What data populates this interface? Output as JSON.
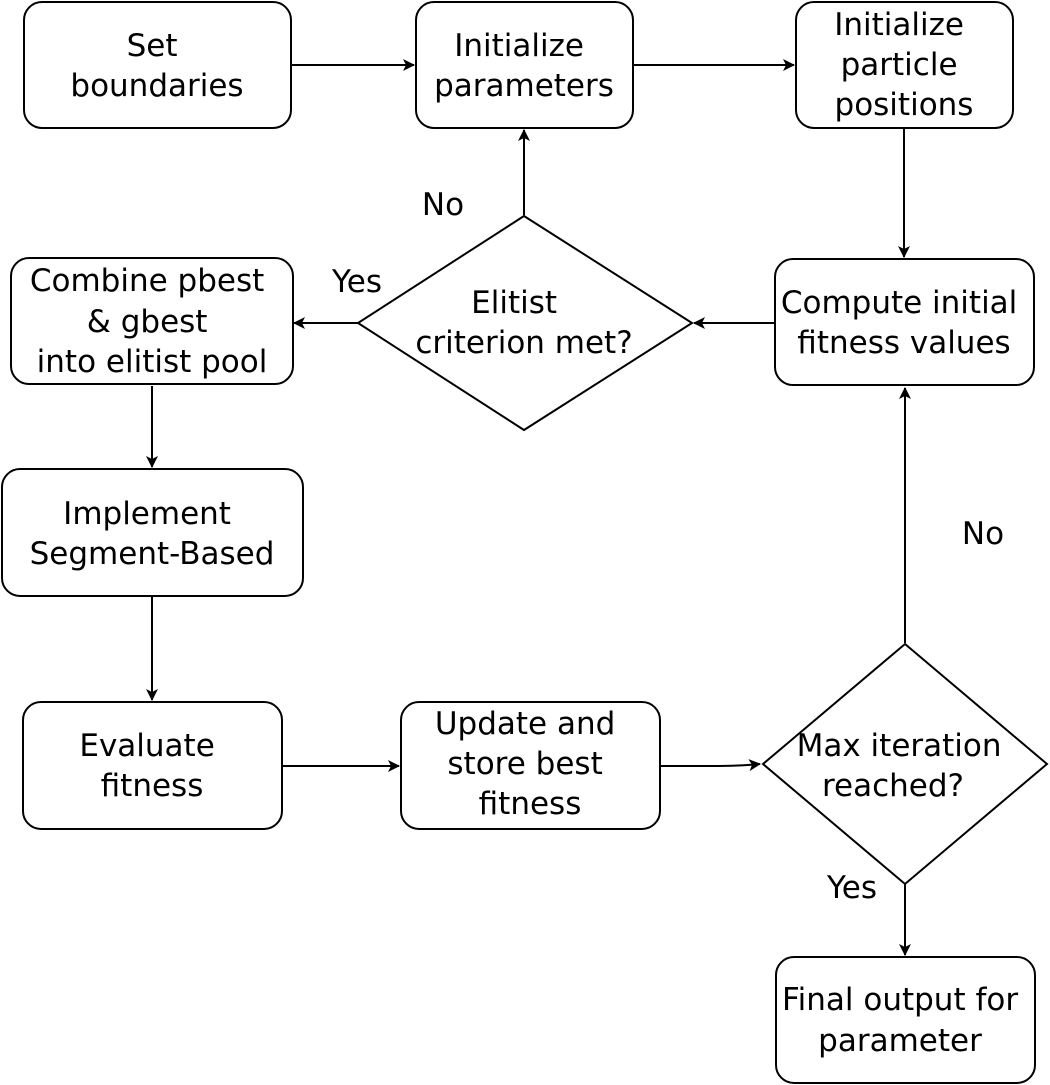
{
  "nodes": {
    "set_boundaries": [
      "Set",
      "boundaries"
    ],
    "initialize_parameters": [
      "Initialize",
      "parameters"
    ],
    "initialize_particle_positions": [
      "Initialize",
      "particle",
      "positions"
    ],
    "elitist_criterion": [
      "Elitist",
      "criterion met?"
    ],
    "compute_initial_fitness": [
      "Compute initial",
      "fitness values"
    ],
    "combine_pbest_gbest": [
      "Combine pbest",
      "& gbest",
      "into elitist pool"
    ],
    "implement_segment_based": [
      "Implement",
      "Segment-Based"
    ],
    "evaluate_fitness": [
      "Evaluate",
      "fitness"
    ],
    "update_store_best": [
      "Update and",
      "store best",
      "fitness"
    ],
    "max_iteration": [
      "Max iteration",
      "reached?"
    ],
    "final_output": [
      "Final output for",
      "parameter"
    ]
  },
  "edge_labels": {
    "elitist_no": "No",
    "elitist_yes": "Yes",
    "max_iteration_no": "No",
    "max_iteration_yes": "Yes"
  }
}
